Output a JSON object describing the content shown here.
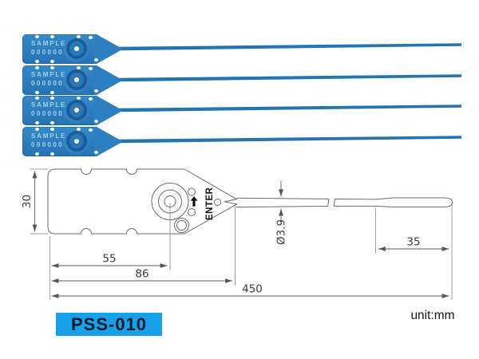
{
  "photo": {
    "seal_label": "SAMPLE",
    "seal_number": "000000",
    "seal_count": 4,
    "body_color": "#2e7fc0",
    "strap_color": "#2474b2"
  },
  "drawing": {
    "enter_label": "ENTER",
    "unit_label": "unit:mm",
    "dimensions": {
      "flag_height": "30",
      "to_lock_center": "55",
      "to_head_tip": "86",
      "overall_length": "450",
      "tail_length": "35",
      "strap_diameter": "Ø3.9"
    }
  },
  "badge": {
    "model": "PSS-010",
    "bg_color": "#18a0e8",
    "text_color": "#0c1c2c"
  }
}
